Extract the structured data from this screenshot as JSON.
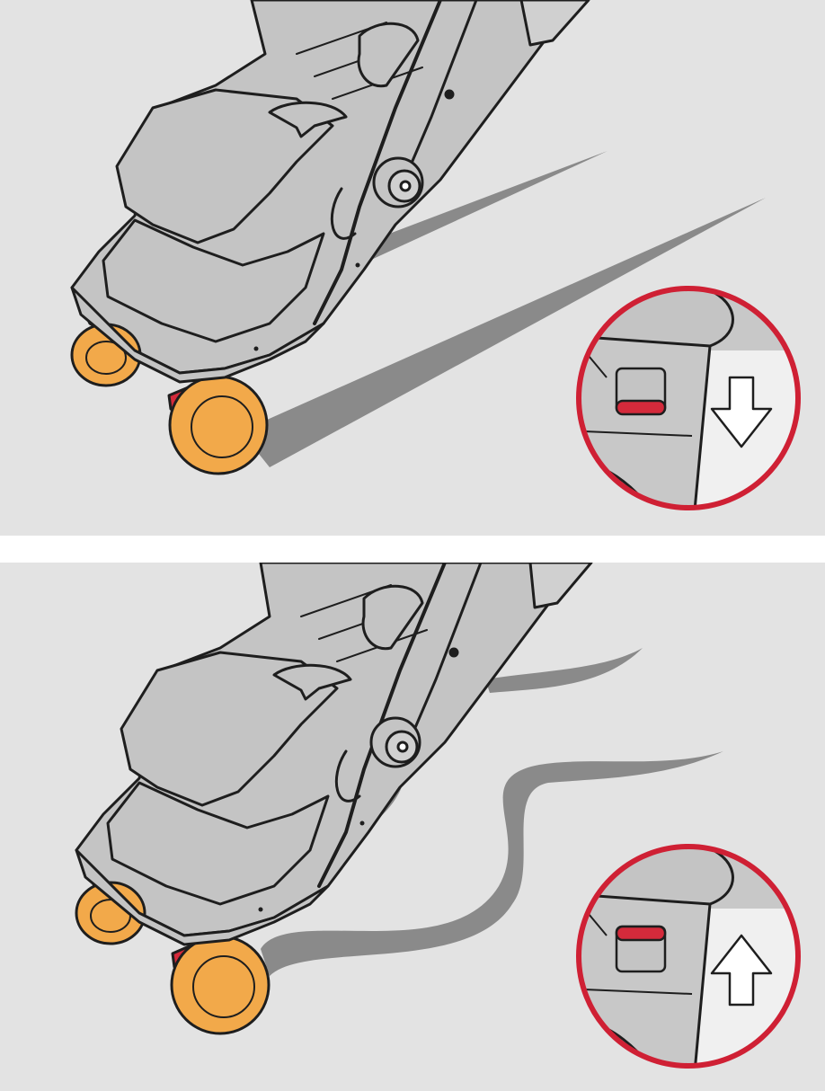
{
  "panels": [
    {
      "id": "wheel-lock-engaged",
      "lever_position": "down",
      "arrow_direction": "down",
      "wheel_track": "straight"
    },
    {
      "id": "wheel-lock-released",
      "lever_position": "up",
      "arrow_direction": "up",
      "wheel_track": "swivel"
    }
  ],
  "colors": {
    "background": "#e3e3e3",
    "body": "#c4c4c4",
    "body_light": "#d0d0d0",
    "outline": "#1e1e1e",
    "shadow": "#8a8a8a",
    "wheel": "#f2a94a",
    "lock_red": "#d42a3b",
    "accent_red": "#d0243a",
    "zoom_ring": "#cf2034"
  }
}
